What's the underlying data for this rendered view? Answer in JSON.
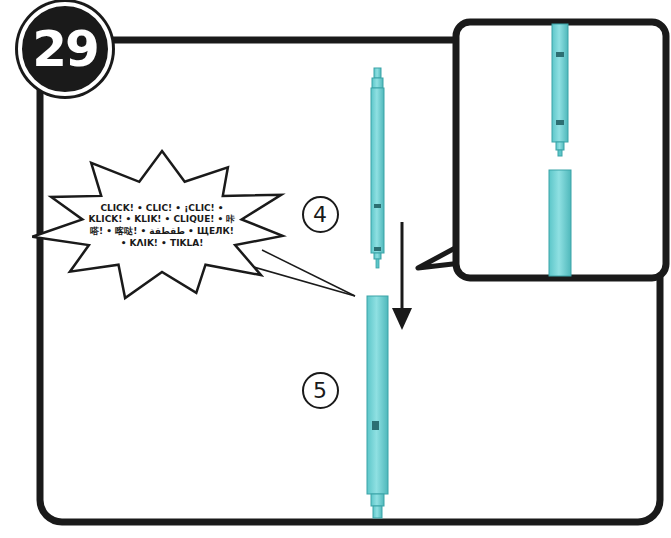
{
  "diagram": {
    "nodes": [
      {
        "text": [
          "29"
        ]
      },
      {
        "text": [
          "CLICK! • CLIC! • ¡CLIC! • KLICK! • KLIK! • CLIQUE! • 咔嗒! • 喀哒! • طقطقة • ЩЕЛК! • ΚΛΙΚ! • TIKLA!"
        ]
      },
      {
        "text": [
          "4"
        ]
      },
      {
        "text": [
          "5"
        ]
      }
    ]
  }
}
